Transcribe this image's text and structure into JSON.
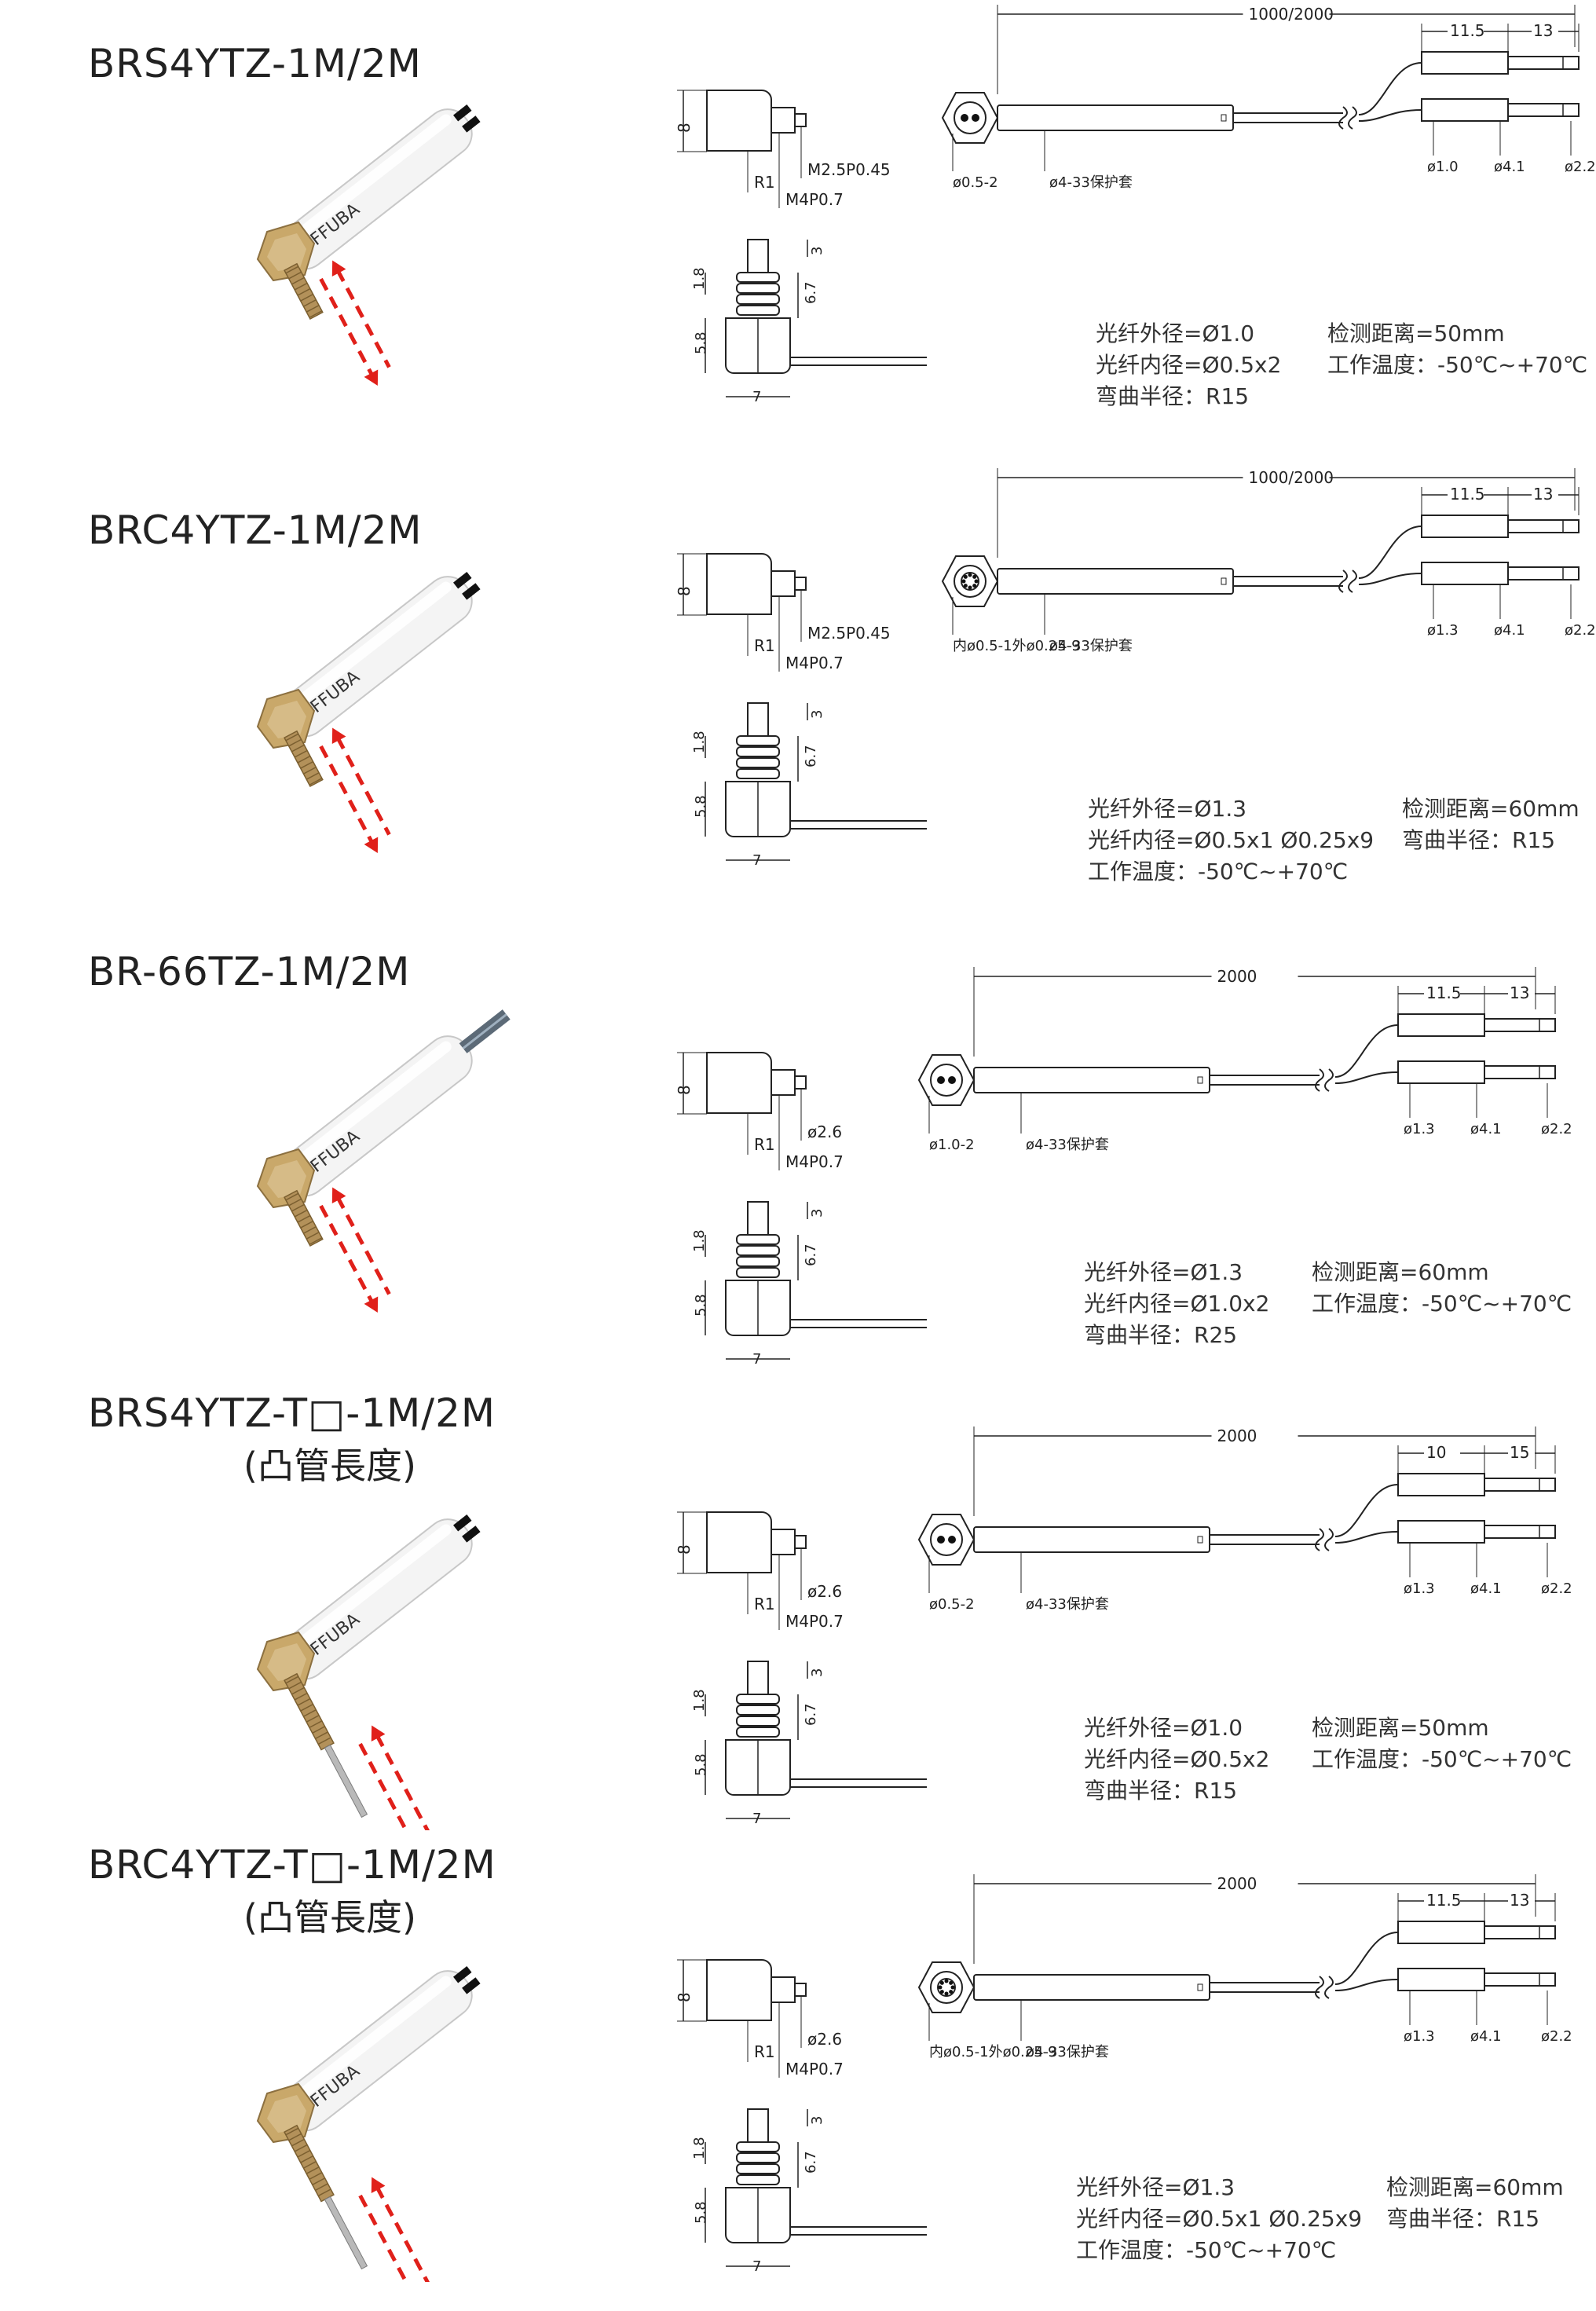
{
  "products": [
    {
      "model": "BRS4YTZ-1M/2M",
      "subtitle": "",
      "brand": "FFUBA",
      "length_label": "1000/2000",
      "tip_labels": [
        "11.5",
        "13"
      ],
      "thread_small": "M2.5P0.45",
      "thread_main": "M4P0.7",
      "radius": "R1",
      "height_dim": "8",
      "head_labels": [
        "ø0.5-2",
        "ø4-33保护套"
      ],
      "end_labels": [
        "ø1.0",
        "ø4.1",
        "ø2.2"
      ],
      "side_dims": [
        "1.8",
        "3",
        "6.7",
        "5.8",
        "7"
      ],
      "specs_left": [
        "光纤外径=Ø1.0",
        "光纤内径=Ø0.5x2",
        "弯曲半径：R15"
      ],
      "specs_right": [
        "检测距离=50mm",
        "工作温度：-50℃~+70℃"
      ]
    },
    {
      "model": "BRC4YTZ-1M/2M",
      "subtitle": "",
      "brand": "FFUBA",
      "length_label": "1000/2000",
      "tip_labels": [
        "11.5",
        "13"
      ],
      "thread_small": "M2.5P0.45",
      "thread_main": "M4P0.7",
      "radius": "R1",
      "height_dim": "8",
      "head_labels": [
        "内ø0.5-1外ø0.25-9",
        "ø4-33保护套"
      ],
      "end_labels": [
        "ø1.3",
        "ø4.1",
        "ø2.2"
      ],
      "side_dims": [
        "1.8",
        "3",
        "6.7",
        "5.8",
        "7"
      ],
      "specs_left": [
        "光纤外径=Ø1.3",
        "光纤内径=Ø0.5x1  Ø0.25x9",
        "工作温度：-50℃~+70℃"
      ],
      "specs_right": [
        "检测距离=60mm",
        "弯曲半径：R15"
      ]
    },
    {
      "model": "BR-66TZ-1M/2M",
      "subtitle": "",
      "brand": "FFUBA",
      "length_label": "2000",
      "tip_labels": [
        "11.5",
        "13"
      ],
      "thread_small": "ø2.6",
      "thread_main": "M4P0.7",
      "radius": "R1",
      "height_dim": "8",
      "head_labels": [
        "ø1.0-2",
        "ø4-33保护套"
      ],
      "end_labels": [
        "ø1.3",
        "ø4.1",
        "ø2.2"
      ],
      "side_dims": [
        "1.8",
        "3",
        "6.7",
        "5.8",
        "7"
      ],
      "specs_left": [
        "光纤外径=Ø1.3",
        "光纤内径=Ø1.0x2",
        "弯曲半径：R25"
      ],
      "specs_right": [
        "检测距离=60mm",
        "工作温度：-50℃~+70℃"
      ]
    },
    {
      "model": "BRS4YTZ-T□-1M/2M",
      "subtitle": "(凸管長度)",
      "brand": "FFUBA",
      "length_label": "2000",
      "tip_labels": [
        "10",
        "15"
      ],
      "thread_small": "ø2.6",
      "thread_main": "M4P0.7",
      "radius": "R1",
      "height_dim": "8",
      "head_labels": [
        "ø0.5-2",
        "ø4-33保护套"
      ],
      "end_labels": [
        "ø1.3",
        "ø4.1",
        "ø2.2"
      ],
      "side_dims": [
        "1.8",
        "3",
        "6.7",
        "5.8",
        "7"
      ],
      "specs_left": [
        "光纤外径=Ø1.0",
        "光纤内径=Ø0.5x2",
        "弯曲半径：R15"
      ],
      "specs_right": [
        "检测距离=50mm",
        "工作温度：-50℃~+70℃"
      ]
    },
    {
      "model": "BRC4YTZ-T□-1M/2M",
      "subtitle": "(凸管長度)",
      "brand": "FFUBA",
      "length_label": "2000",
      "tip_labels": [
        "11.5",
        "13"
      ],
      "thread_small": "ø2.6",
      "thread_main": "M4P0.7",
      "radius": "R1",
      "height_dim": "8",
      "head_labels": [
        "内ø0.5-1外ø0.25-9",
        "ø4-33保护套"
      ],
      "end_labels": [
        "ø1.3",
        "ø4.1",
        "ø2.2"
      ],
      "side_dims": [
        "1.8",
        "3",
        "6.7",
        "5.8",
        "7"
      ],
      "specs_left": [
        "光纤外径=Ø1.3",
        "光纤内径=Ø0.5x1  Ø0.25x9",
        "工作温度：-50℃~+70℃"
      ],
      "specs_right": [
        "检测距离=60mm",
        "弯曲半径：R15"
      ]
    }
  ],
  "colors": {
    "sleeve": "#f4f4f4",
    "brass": "#c9a86a",
    "arrow": "#e0201a",
    "line": "#222222"
  }
}
